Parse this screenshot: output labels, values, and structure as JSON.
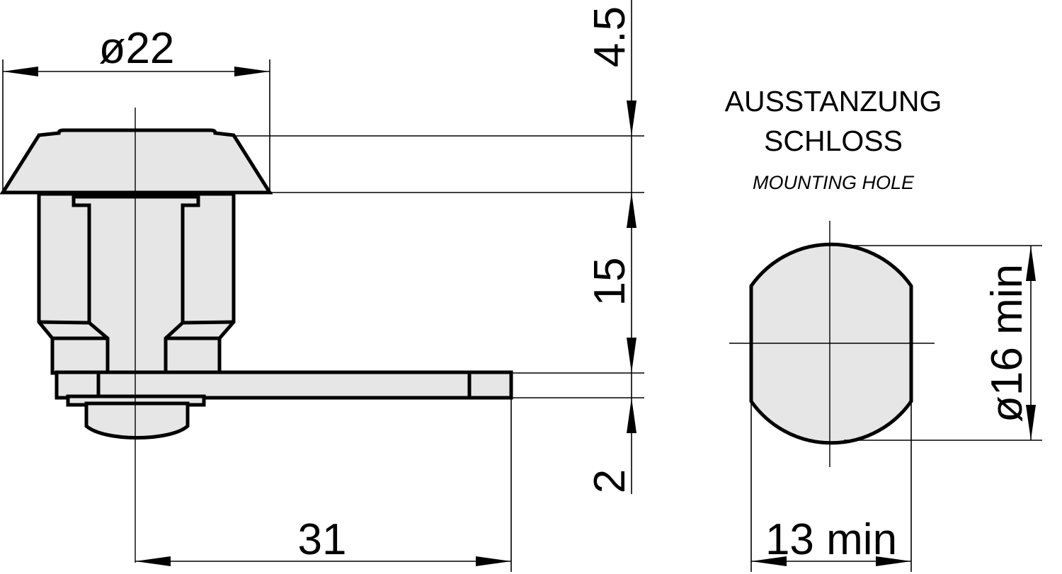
{
  "dimensions": {
    "diameter_top": "ø22",
    "height_top": "4.5",
    "height_mid": "15",
    "height_bottom": "2",
    "length_cam": "31",
    "hole_diameter": "ø16 min",
    "hole_width": "13 min"
  },
  "mounting_hole": {
    "title_line1": "AUSSTANZUNG",
    "title_line2": "SCHLOSS",
    "subtitle": "MOUNTING HOLE"
  }
}
